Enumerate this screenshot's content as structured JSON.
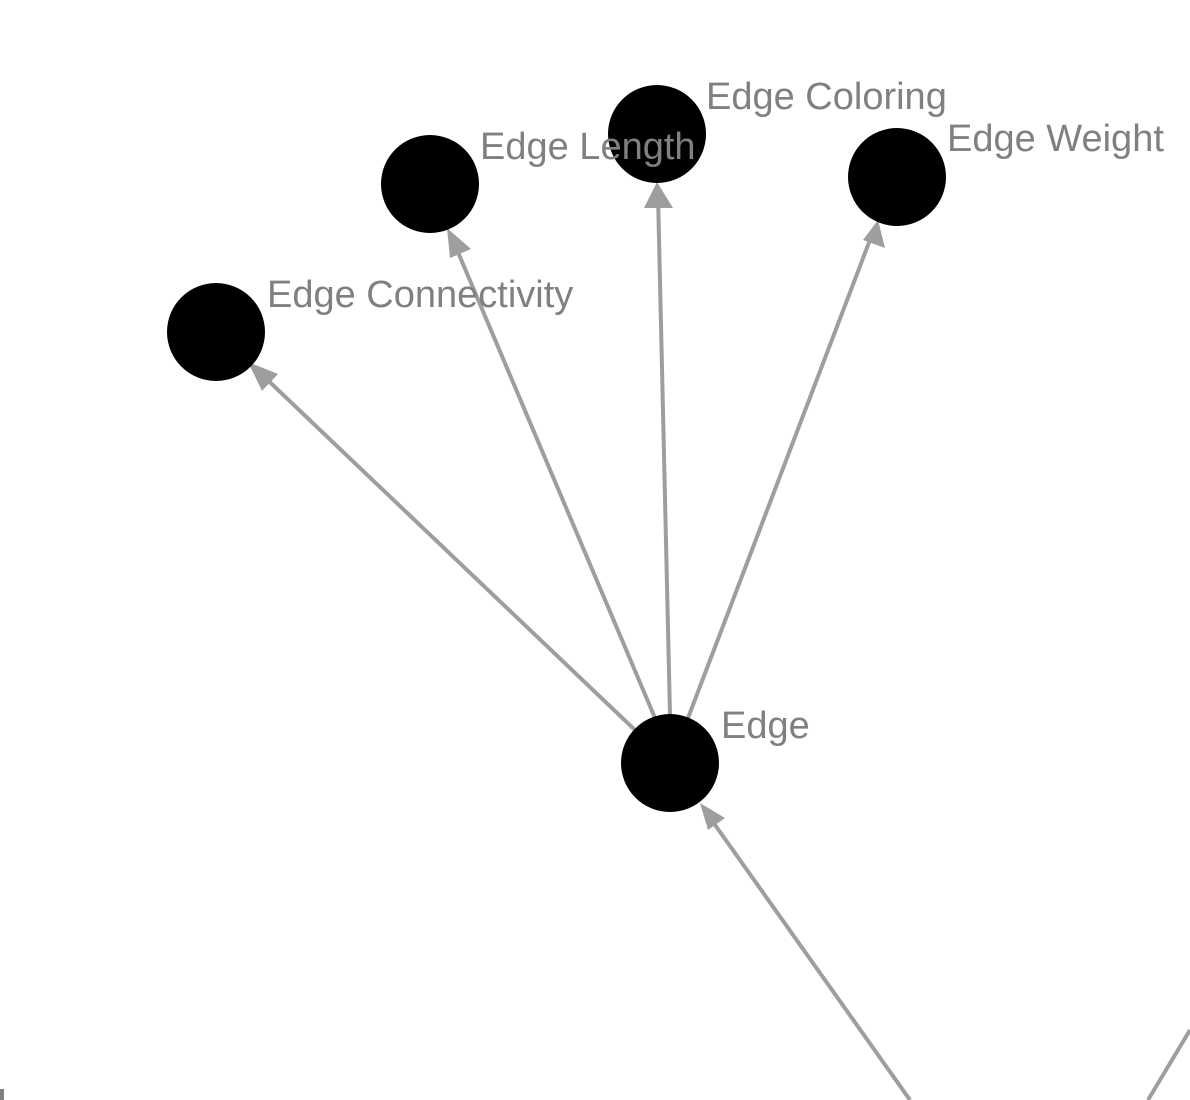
{
  "diagram": {
    "type": "directed-graph",
    "colors": {
      "node": "#000000",
      "edge": "#9e9e9e",
      "label": "#808080",
      "background": "#ffffff"
    },
    "nodes": [
      {
        "id": "edge",
        "label": "Edge"
      },
      {
        "id": "edge-connectivity",
        "label": "Edge Connectivity"
      },
      {
        "id": "edge-length",
        "label": "Edge Length"
      },
      {
        "id": "edge-coloring",
        "label": "Edge Coloring"
      },
      {
        "id": "edge-weight",
        "label": "Edge Weight"
      },
      {
        "id": "offscreen-parent",
        "label": ""
      }
    ],
    "edges": [
      {
        "from": "edge",
        "to": "edge-connectivity"
      },
      {
        "from": "edge",
        "to": "edge-length"
      },
      {
        "from": "edge",
        "to": "edge-coloring"
      },
      {
        "from": "edge",
        "to": "edge-weight"
      },
      {
        "from": "offscreen-parent",
        "to": "edge"
      }
    ]
  }
}
